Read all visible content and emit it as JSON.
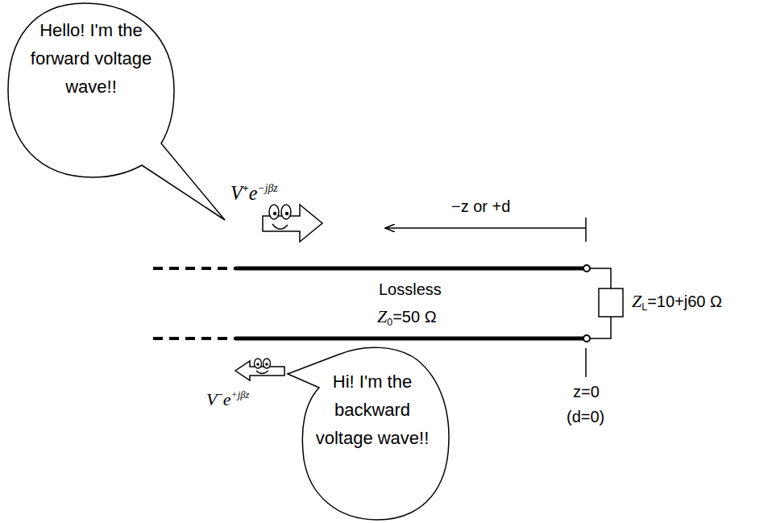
{
  "diagram": {
    "nodes": [
      {
        "text": [
          "Hello! I'm the forward voltage wave!!"
        ]
      },
      {
        "text": [
          "Hi! I'm the backward voltage wave!!"
        ]
      }
    ],
    "labels": [
      "−z or +d",
      "V",
      "+",
      "e",
      "−jβz",
      "Lossless",
      "Z",
      "0",
      "=50 Ω",
      "Z",
      "L",
      "=10+j60 Ω",
      "V",
      "−",
      "e",
      "+jβz",
      "z=0",
      "(d=0)"
    ]
  }
}
